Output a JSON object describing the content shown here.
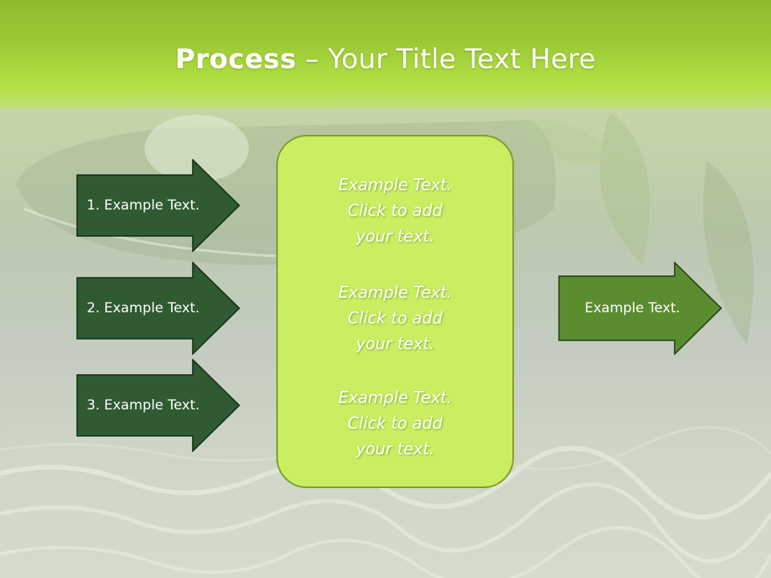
{
  "title": {
    "bold": "Process",
    "separator": " – ",
    "rest": "Your Title Text Here"
  },
  "left_arrows": [
    {
      "label": "1. Example Text."
    },
    {
      "label": "2. Example Text."
    },
    {
      "label": "3. Example Text."
    }
  ],
  "center_box": {
    "paragraphs": [
      {
        "line1": "Example Text.",
        "line2": "Click  to add",
        "line3": "your text."
      },
      {
        "line1": "Example Text.",
        "line2": "Click  to add",
        "line3": "your text."
      },
      {
        "line1": "Example Text.",
        "line2": "Click  to add",
        "line3": "your text."
      }
    ]
  },
  "right_arrow": {
    "label": "Example Text."
  },
  "colors": {
    "title_band": "#9cc936",
    "left_arrow_fill": "#2f5a32",
    "right_arrow_fill": "#5a8c30",
    "center_box_fill": "#c9ee62",
    "center_box_border": "#7f9e2c"
  }
}
